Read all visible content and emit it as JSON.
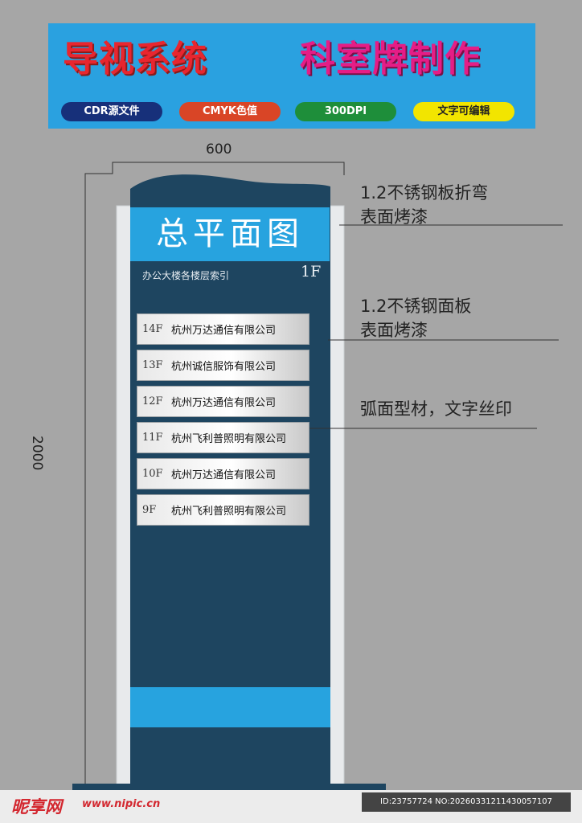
{
  "banner": {
    "title_left": "导视系统",
    "title_right": "科室牌制作",
    "tags": [
      "CDR源文件",
      "CMYK色值",
      "300DPI",
      "文字可编辑"
    ]
  },
  "dimensions": {
    "width": "600",
    "height": "2000"
  },
  "sign": {
    "title": "总平面图",
    "subtitle": "办公大楼各楼层索引",
    "current_floor": "1F",
    "floors": [
      {
        "floor": "14F",
        "company": "杭州万达通信有限公司"
      },
      {
        "floor": "13F",
        "company": "杭州诚信服饰有限公司"
      },
      {
        "floor": "12F",
        "company": "杭州万达通信有限公司"
      },
      {
        "floor": "11F",
        "company": "杭州飞利普照明有限公司"
      },
      {
        "floor": "10F",
        "company": "杭州万达通信有限公司"
      },
      {
        "floor": "9F",
        "company": "杭州飞利普照明有限公司"
      }
    ]
  },
  "notes": {
    "top": [
      "1.2不锈钢板折弯",
      "表面烤漆"
    ],
    "middle": [
      "1.2不锈钢面板",
      "表面烤漆"
    ],
    "bottom": "弧面型材，文字丝印"
  },
  "watermark": {
    "logo": "昵享网",
    "url": "www.nipic.cn",
    "id": "ID:23757724 NO:20260331211430057107"
  },
  "colors": {
    "panel": "#1e4560",
    "accent": "#27a3df",
    "frame": "#e8eaec"
  }
}
